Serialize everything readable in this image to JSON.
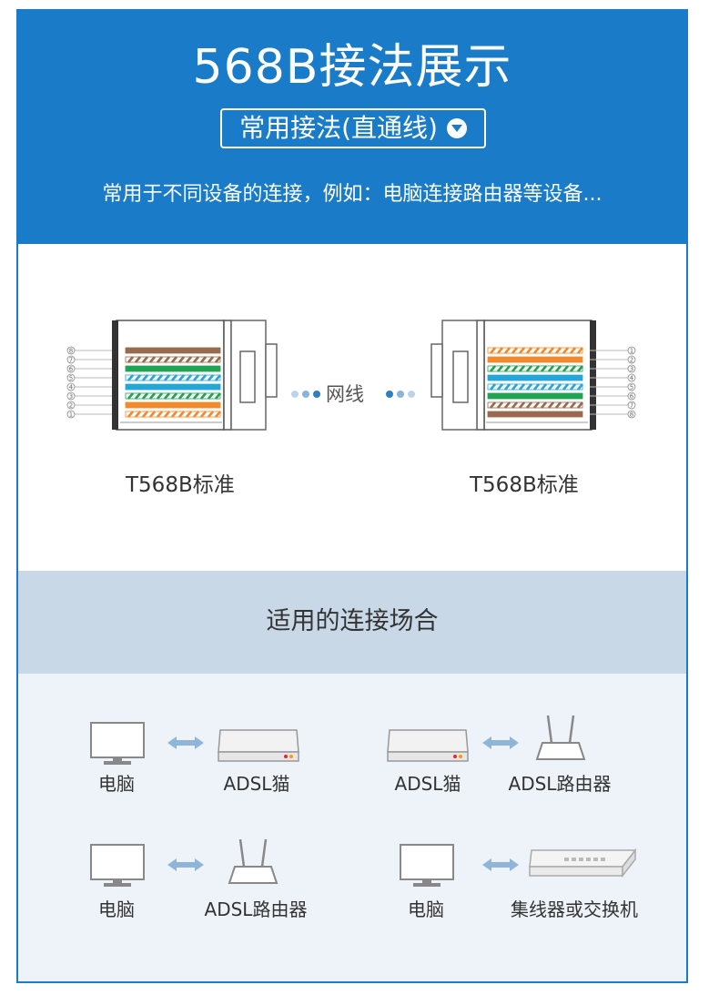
{
  "header": {
    "title": "568B接法展示",
    "pill_label": "常用接法(直通线)",
    "subtitle": "常用于不同设备的连接，例如：电脑连接路由器等设备..."
  },
  "connectors": {
    "left_label": "T568B标准",
    "right_label": "T568B标准",
    "cable_label": "网线",
    "pin_numbers_left": [
      "8",
      "7",
      "6",
      "5",
      "4",
      "3",
      "2",
      "1"
    ],
    "pin_numbers_right": [
      "1",
      "2",
      "3",
      "4",
      "5",
      "6",
      "7",
      "8"
    ]
  },
  "scenarios": {
    "section_title": "适用的连接场合",
    "pairs": [
      {
        "left": "电脑",
        "right": "ADSL猫"
      },
      {
        "left": "ADSL猫",
        "right": "ADSL路由器"
      },
      {
        "left": "电脑",
        "right": "ADSL路由器"
      },
      {
        "left": "电脑",
        "right": "集线器或交换机"
      }
    ]
  },
  "colors": {
    "brand_blue": "#1a7cc8",
    "wire_orange": "#f08a2c",
    "wire_green": "#22a352",
    "wire_blue": "#25a6d9",
    "wire_brown": "#9a6a4e",
    "section_band": "#c9d8e6",
    "arrow_blue": "#8fb6d8"
  },
  "icons": [
    "chevron-down-icon",
    "monitor-icon",
    "modem-icon",
    "router-icon",
    "switch-icon",
    "bidirectional-arrow-icon"
  ]
}
